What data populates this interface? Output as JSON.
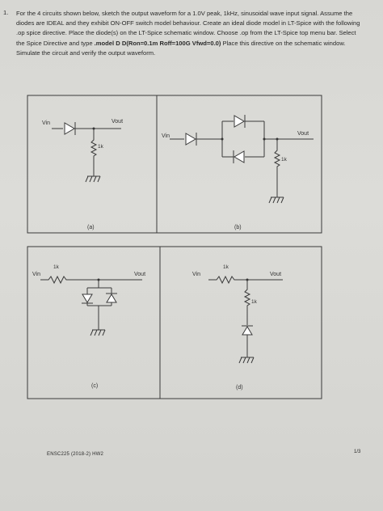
{
  "problem": {
    "number": "1.",
    "text_pre": "For the 4 circuits shown below, sketch the output waveform for a 1.0V peak, 1kHz, sinusoidal wave input signal. Assume the diodes are IDEAL and they exhibit ON-OFF switch model behaviour. Create an ideal diode model in LT-Spice with the following .op spice directive. Place the diode(s) on the LT-Spice schematic window. Choose .op from the LT-Spice top menu bar. Select the Spice Directive and type ",
    "text_bold": ".model D D(Ron=0.1m Roff=100G Vfwd=0.0)",
    "text_post": " Place this directive on the schematic window. Simulate the circuit and verify the output waveform."
  },
  "circuits": {
    "a": {
      "caption": "(a)",
      "vin": "Vin",
      "vout": "Vout",
      "resistor": "1k"
    },
    "b": {
      "caption": "(b)",
      "vin": "Vin",
      "vout": "Vout",
      "resistor": "1k"
    },
    "c": {
      "caption": "(c)",
      "vin": "Vin",
      "vout": "Vout",
      "resistor": "1k"
    },
    "d": {
      "caption": "(d)",
      "vin": "Vin",
      "vout": "Vout",
      "resistor": "1k"
    }
  },
  "footer": {
    "course": "ENSC225 (2018-2) HW2",
    "page": "1/3"
  }
}
